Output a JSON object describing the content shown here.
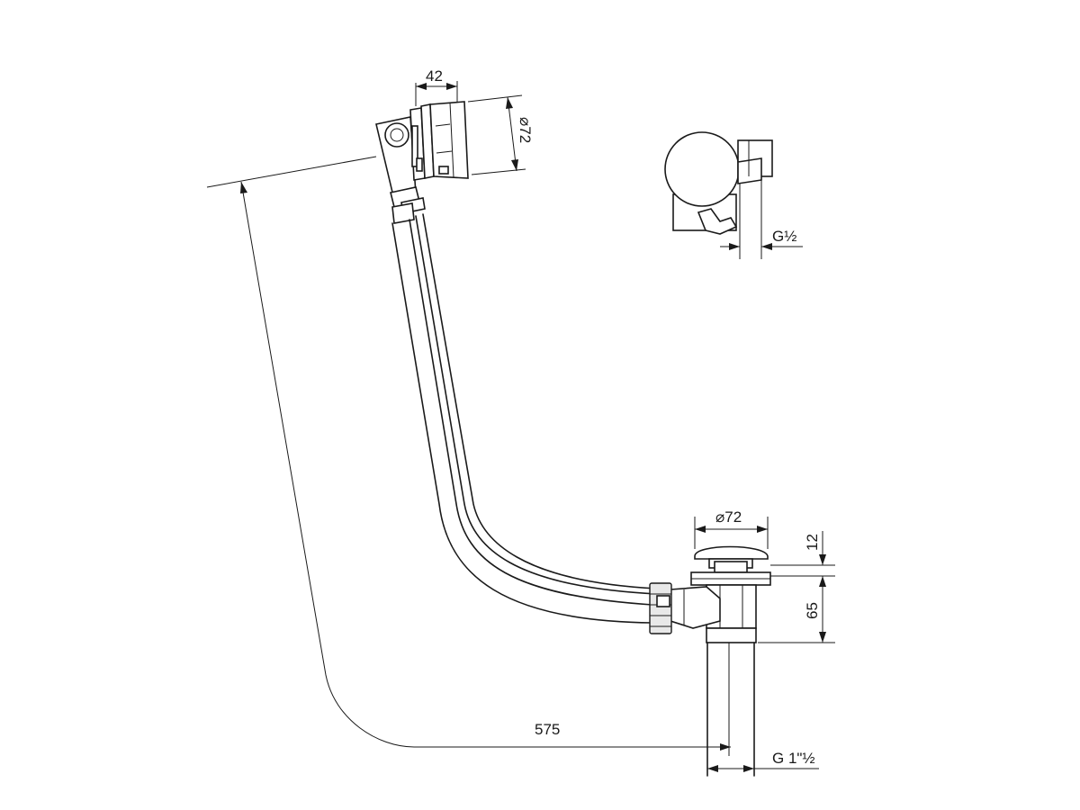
{
  "drawing": {
    "dimensions": {
      "overflow_depth": "42",
      "overflow_diameter": "⌀72",
      "overflow_thread": "G½",
      "drain_diameter": "⌀72",
      "plug_height": "12",
      "drain_height": "65",
      "cable_length": "575",
      "drain_thread": "G 1\"½"
    }
  }
}
